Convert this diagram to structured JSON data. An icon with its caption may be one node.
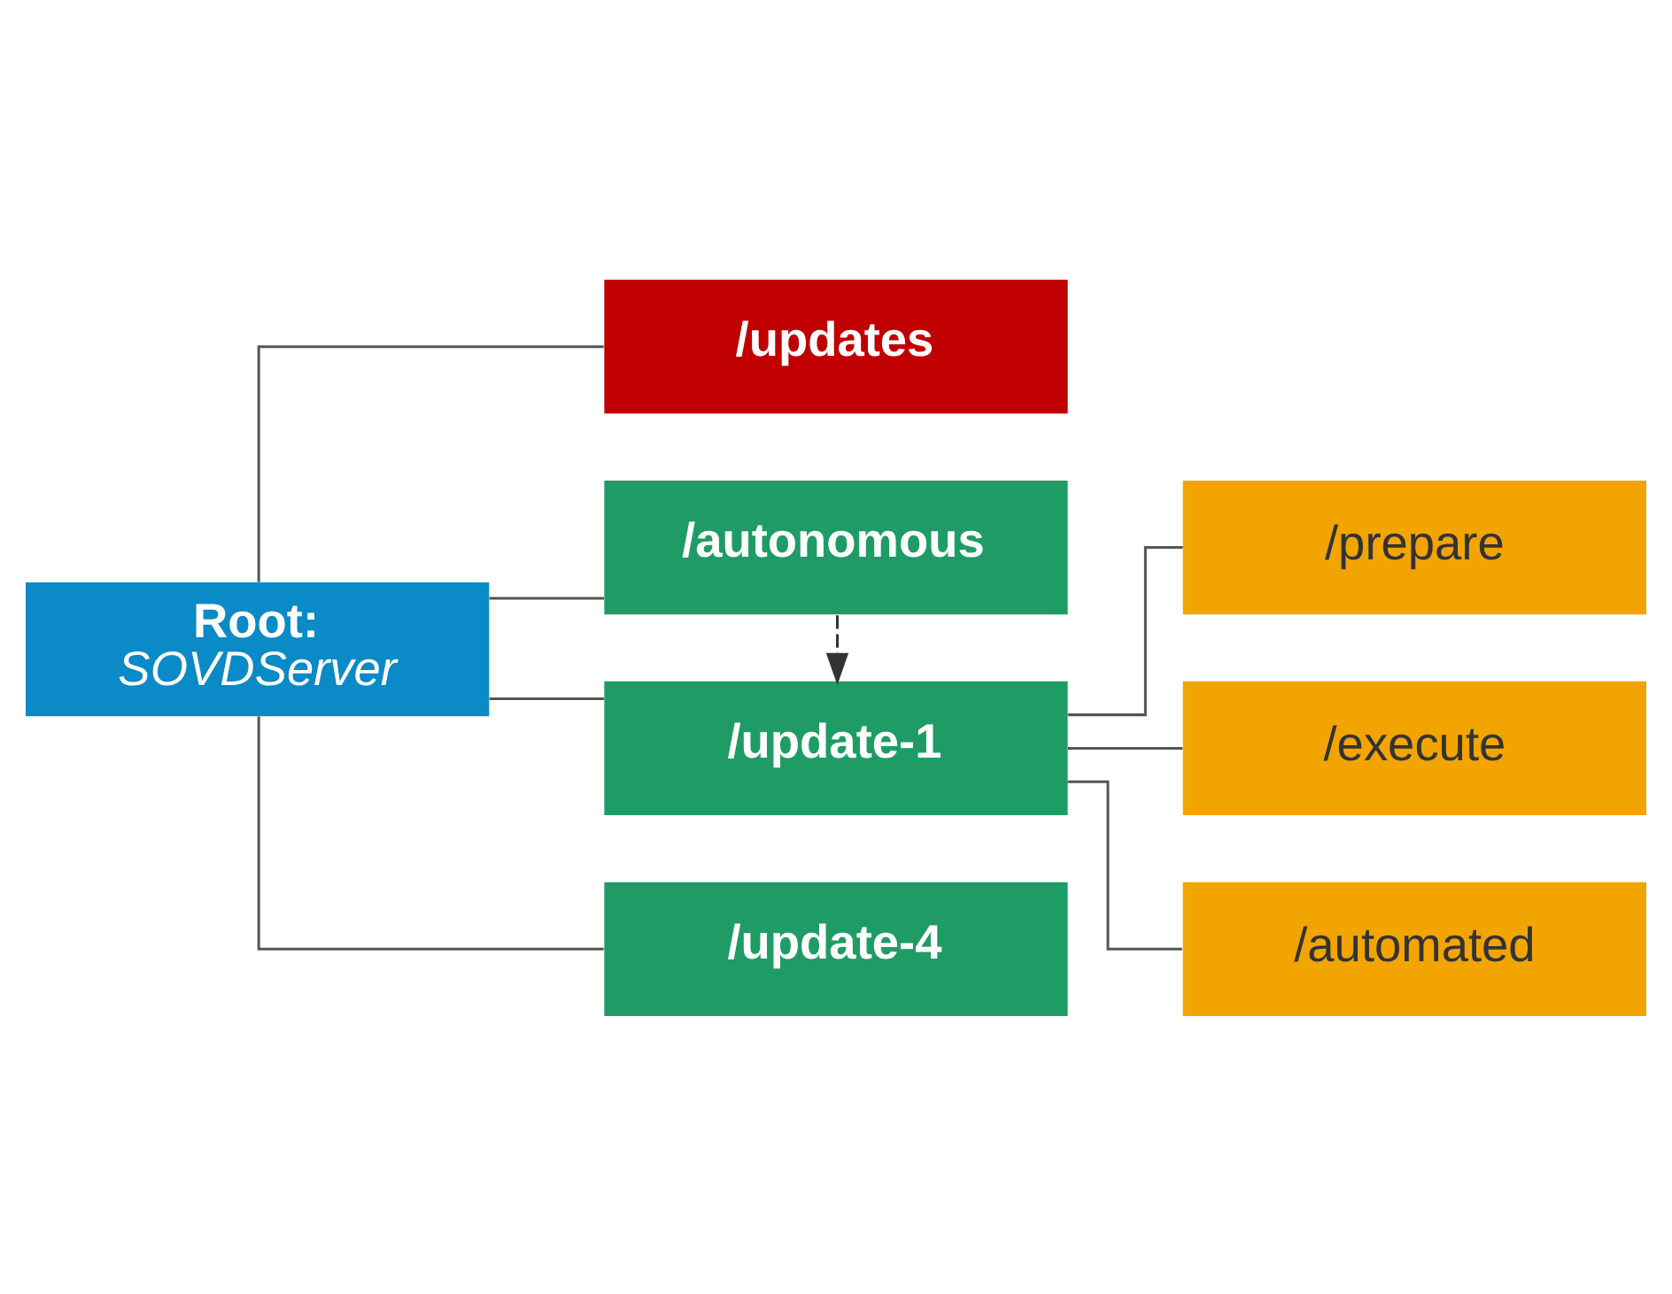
{
  "diagram": {
    "nodes": [
      {
        "text": [
          "Root:",
          "SOVDServer"
        ]
      },
      {
        "text": [
          "/updates"
        ]
      },
      {
        "text": [
          "/autonomous"
        ]
      },
      {
        "text": [
          "/update-1"
        ]
      },
      {
        "text": [
          "/update-4"
        ]
      },
      {
        "text": [
          "/prepare"
        ]
      },
      {
        "text": [
          "/execute"
        ]
      },
      {
        "text": [
          "/automated"
        ]
      }
    ],
    "edges": [
      {
        "from": 0,
        "to": 1,
        "arrow": "none"
      },
      {
        "from": 0,
        "to": 2,
        "arrow": "none"
      },
      {
        "from": 0,
        "to": 3,
        "arrow": "none"
      },
      {
        "from": 0,
        "to": 4,
        "arrow": "none"
      },
      {
        "from": 2,
        "to": 3,
        "arrow": "to",
        "style": "dashed"
      },
      {
        "from": 3,
        "to": 5,
        "arrow": "none"
      },
      {
        "from": 3,
        "to": 6,
        "arrow": "none"
      },
      {
        "from": 3,
        "to": 7,
        "arrow": "none"
      }
    ]
  }
}
